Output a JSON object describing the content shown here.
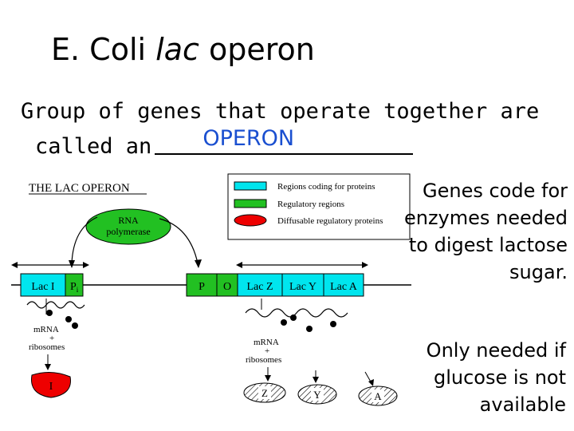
{
  "slide": {
    "title_main": "E. Coli ",
    "title_italic": "lac",
    "title_tail": " operon",
    "line1": "Group of genes that operate together are",
    "line2_prefix": "called an",
    "answer": "OPERON",
    "side_note_1": "Genes code for enzymes needed to digest lactose sugar.",
    "side_note_2": "Only needed if glucose is not available"
  },
  "diagram": {
    "heading": "THE LAC OPERON",
    "legend": [
      {
        "label": "Regions coding for proteins",
        "color": "#00e5ee",
        "shape": "rect"
      },
      {
        "label": "Regulatory regions",
        "color": "#22c022",
        "shape": "rect"
      },
      {
        "label": "Diffusable regulatory proteins",
        "color": "#ee0000",
        "shape": "ellipse"
      }
    ],
    "rna_polymerase": "RNA polymerase",
    "genes": {
      "lacI": "Lac I",
      "pi": "P",
      "pi_sub": "i",
      "p": "P",
      "o": "O",
      "lacZ": "Lac Z",
      "lacY": "Lac Y",
      "lacA": "Lac A"
    },
    "mrna_left": [
      "mRNA",
      "+",
      "ribosomes"
    ],
    "mrna_right": [
      "mRNA",
      "+",
      "ribosomes"
    ],
    "repressor": "I",
    "proteins": [
      "Z",
      "Y",
      "A"
    ],
    "colors": {
      "coding": "#00e5ee",
      "regulatory": "#22c022",
      "repressor": "#ee0000",
      "polymerase": "#22c022",
      "answer": "#1a4fd0"
    }
  }
}
